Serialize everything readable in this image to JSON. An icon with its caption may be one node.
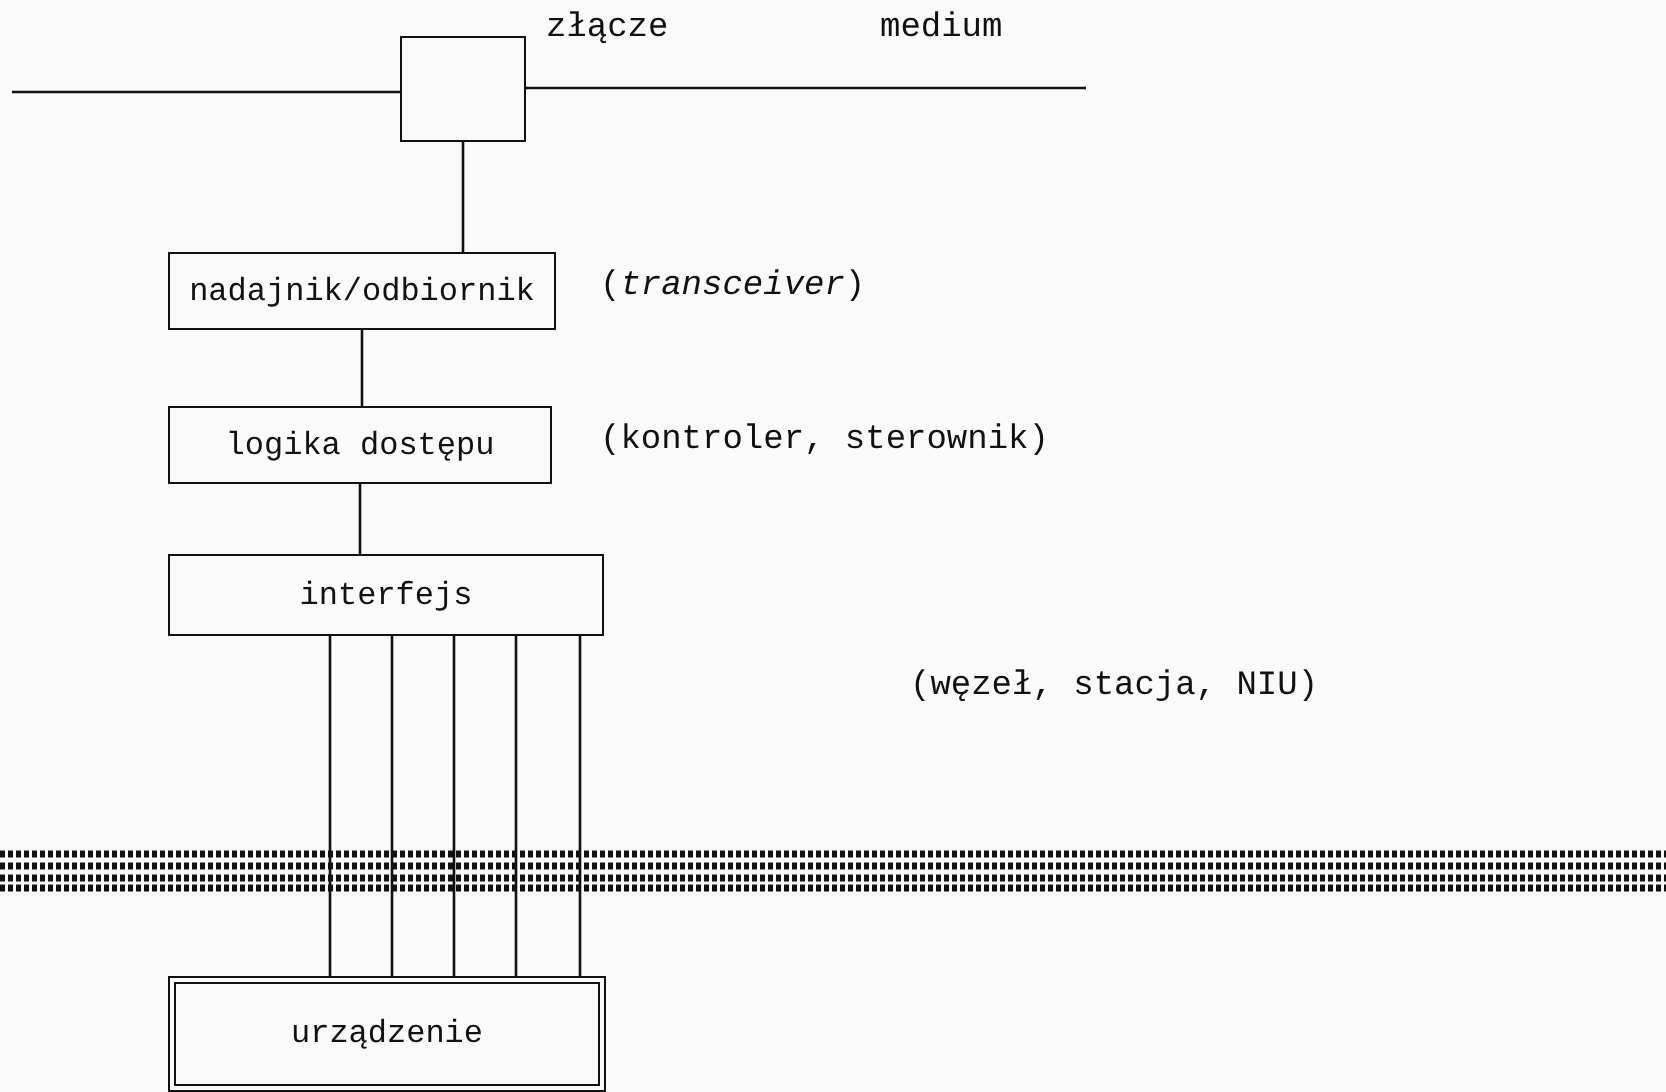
{
  "diagram": {
    "nodes": [
      {
        "text": [],
        "shape": "box",
        "beside": [
          "złącze"
        ]
      },
      {
        "text": [
          "nadajnik/odbiornik"
        ],
        "beside": [
          "(*transceiver*)"
        ]
      },
      {
        "text": [
          "logika dostępu"
        ],
        "beside": [
          "(kontroler, sterownik)"
        ]
      },
      {
        "text": [
          "interfejs"
        ]
      },
      {
        "text": [
          "urządzenie"
        ]
      }
    ],
    "edges": [
      {
        "from": null,
        "to": 0,
        "arrow": "none"
      },
      {
        "from": 0,
        "to": null,
        "arrow": "none"
      },
      {
        "from": 0,
        "to": 1,
        "arrow": "none"
      },
      {
        "from": 1,
        "to": 2,
        "arrow": "none"
      },
      {
        "from": 2,
        "to": 3,
        "arrow": "none"
      },
      {
        "from": 3,
        "to": 4,
        "arrow": "none"
      },
      {
        "from": 3,
        "to": 4,
        "arrow": "none"
      },
      {
        "from": 3,
        "to": 4,
        "arrow": "none"
      },
      {
        "from": 3,
        "to": 4,
        "arrow": "none"
      },
      {
        "from": 3,
        "to": 4,
        "arrow": "none"
      }
    ],
    "labels": [
      "medium",
      "(węzeł, stacja, NIU)"
    ]
  }
}
